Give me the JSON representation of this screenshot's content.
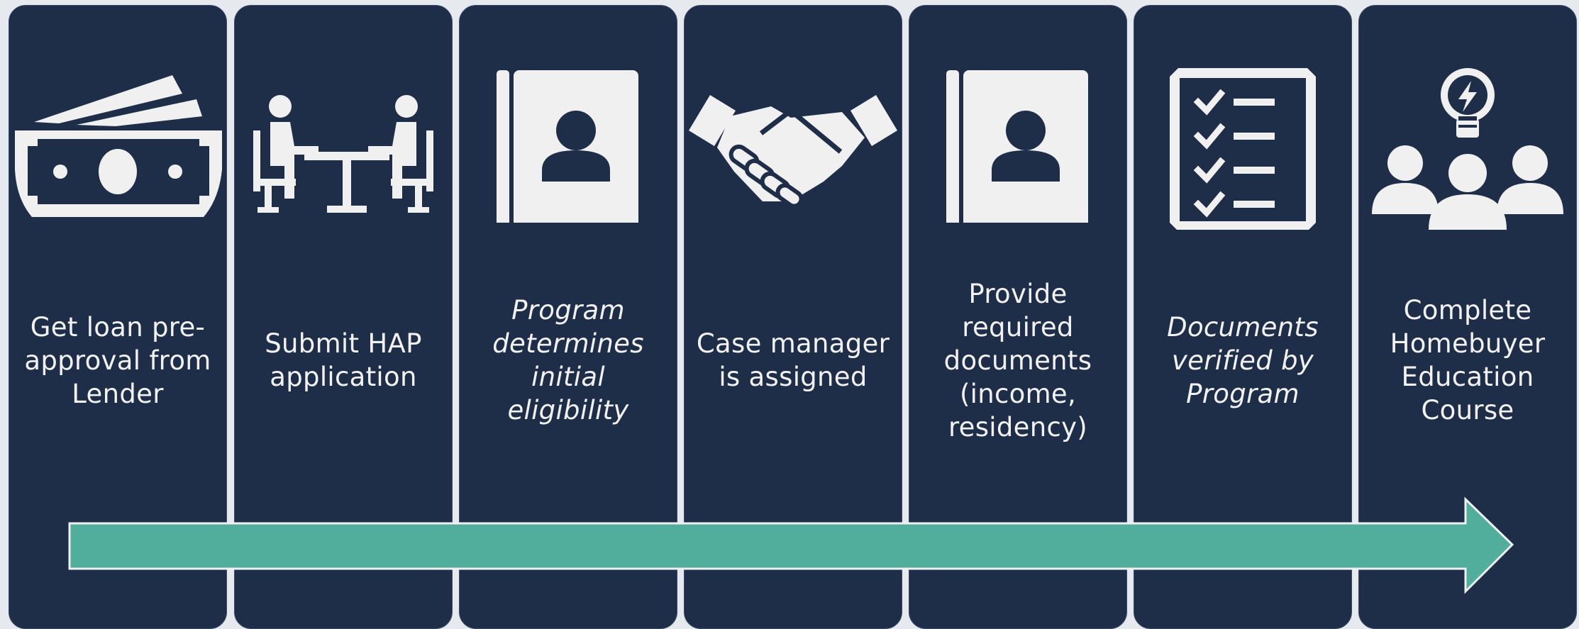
{
  "colors": {
    "panel": "#1f2e48",
    "icon": "#f0f0f0",
    "arrow": "#52ae9c",
    "background": "#e6e9ee"
  },
  "steps": [
    {
      "icon": "money-icon",
      "label": "Get loan pre-approval from Lender",
      "italic": false
    },
    {
      "icon": "meeting-table-icon",
      "label": "Submit HAP application",
      "italic": false
    },
    {
      "icon": "contact-book-icon",
      "label": "Program determines initial eligibility",
      "italic": true
    },
    {
      "icon": "handshake-icon",
      "label": "Case manager is assigned",
      "italic": false
    },
    {
      "icon": "contact-book-icon",
      "label": "Provide required documents (income, residency)",
      "italic": false
    },
    {
      "icon": "checklist-icon",
      "label": "Documents verified by Program",
      "italic": true
    },
    {
      "icon": "group-idea-icon",
      "label": "Complete Homebuyer Education Course",
      "italic": false
    }
  ]
}
